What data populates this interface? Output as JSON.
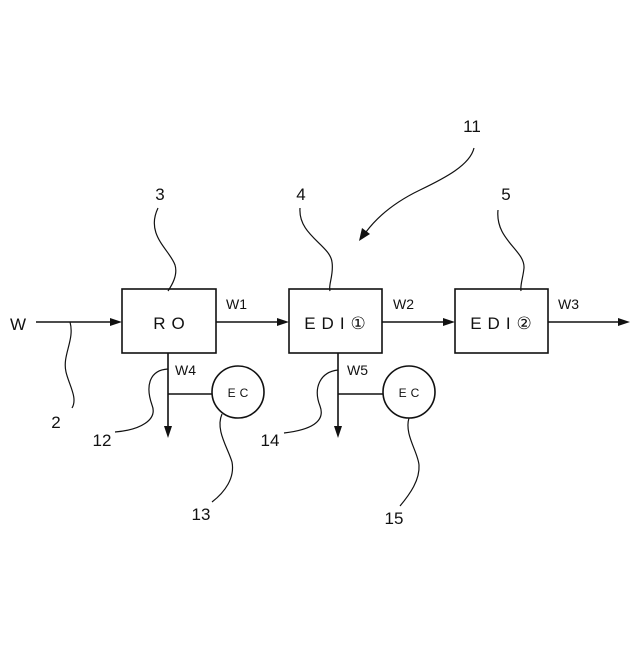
{
  "labels": {
    "input": "W",
    "w1": "W1",
    "w2": "W2",
    "w3": "W3",
    "w4": "W4",
    "w5": "W5"
  },
  "boxes": {
    "ro": "RO",
    "edi1": "EDI①",
    "edi2": "EDI②"
  },
  "sensors": {
    "ec1": "EC",
    "ec2": "EC"
  },
  "refs": {
    "r2": "2",
    "r3": "3",
    "r4": "4",
    "r5": "5",
    "r11": "11",
    "r12": "12",
    "r13": "13",
    "r14": "14",
    "r15": "15"
  }
}
